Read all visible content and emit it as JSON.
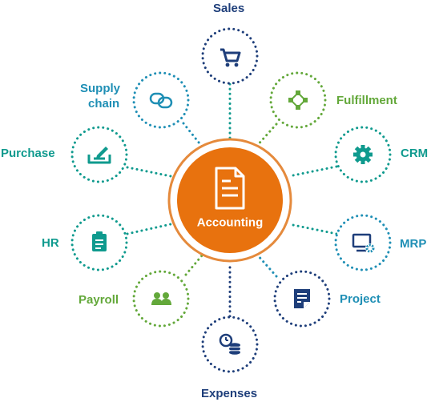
{
  "center": {
    "label": "Accounting",
    "icon": "document-icon"
  },
  "nodes": [
    {
      "id": "sales",
      "label": "Sales",
      "icon": "cart-icon"
    },
    {
      "id": "fulfillment",
      "label": "Fulfillment",
      "icon": "workflow-icon"
    },
    {
      "id": "crm",
      "label": "CRM",
      "icon": "gear-icon"
    },
    {
      "id": "mrp",
      "label": "MRP",
      "icon": "monitor-gear-icon"
    },
    {
      "id": "project",
      "label": "Project",
      "icon": "notepad-icon"
    },
    {
      "id": "expenses",
      "label": "Expenses",
      "icon": "coins-icon"
    },
    {
      "id": "payroll",
      "label": "Payroll",
      "icon": "people-icon"
    },
    {
      "id": "hr",
      "label": "HR",
      "icon": "badge-icon"
    },
    {
      "id": "purchase",
      "label": "Purchase",
      "icon": "tray-pen-icon"
    },
    {
      "id": "supply",
      "label_line1": "Supply",
      "label_line2": "chain",
      "icon": "chain-icon"
    }
  ],
  "colors": {
    "orange": "#e8720e",
    "orange_ring": "#e58a3c",
    "blue": "#1f8fb5",
    "teal": "#0f9a8e",
    "green": "#63a83a",
    "navy": "#1e3e7a"
  }
}
